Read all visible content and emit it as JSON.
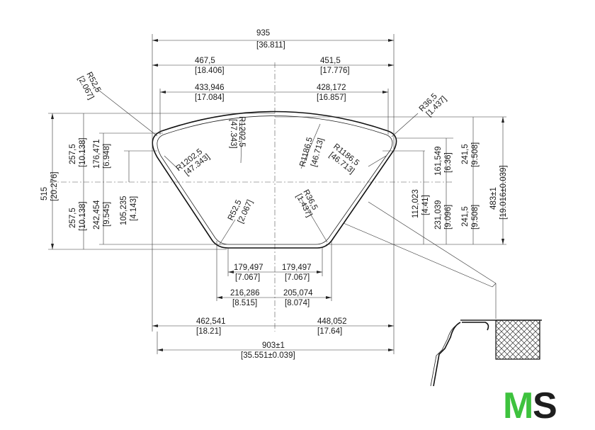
{
  "dimensions": {
    "overall_width": {
      "value": "935",
      "inch": "[36.811]"
    },
    "left_half_top": {
      "value": "467,5",
      "inch": "[18.406]"
    },
    "right_half_top": {
      "value": "451,5",
      "inch": "[17.776]"
    },
    "left_inner_top": {
      "value": "433,946",
      "inch": "[17.084]"
    },
    "right_inner_top": {
      "value": "428,172",
      "inch": "[16.857]"
    },
    "radius_top_left_corner": {
      "value": "R52,5",
      "inch": "[2.067]"
    },
    "radius_top_right_corner": {
      "value": "R36,5",
      "inch": "[1.437]"
    },
    "radius_left_outer": {
      "value": "R1202,5",
      "inch": "[47.343]"
    },
    "radius_left_inner": {
      "value": "R1202,5",
      "inch": "[47.343]"
    },
    "radius_right_inner": {
      "value": "R1186,5",
      "inch": "[46.713]"
    },
    "radius_right_outer": {
      "value": "R1186,5",
      "inch": "[46.713]"
    },
    "radius_bottom_left": {
      "value": "R52,5",
      "inch": "[2.067]"
    },
    "radius_bottom_right": {
      "value": "R36,5",
      "inch": "[1.437]"
    },
    "overall_height": {
      "value": "515",
      "inch": "[20.276]"
    },
    "left_upper_half": {
      "value": "257,5",
      "inch": "[10.138]"
    },
    "left_lower_half": {
      "value": "257,5",
      "inch": "[10.138]"
    },
    "left_176": {
      "value": "176,471",
      "inch": "[6.948]"
    },
    "left_242": {
      "value": "242,454",
      "inch": "[9.545]"
    },
    "left_105": {
      "value": "105,235",
      "inch": "[4.143]"
    },
    "right_161": {
      "value": "161,549",
      "inch": "[6.36]"
    },
    "right_112": {
      "value": "112,023",
      "inch": "[4.41]"
    },
    "right_231": {
      "value": "231,039",
      "inch": "[9.096]"
    },
    "right_upper_241": {
      "value": "241,5",
      "inch": "[9.508]"
    },
    "right_lower_241": {
      "value": "241,5",
      "inch": "[9.508]"
    },
    "right_total": {
      "value": "483±1",
      "inch": "[19.016±0.039]"
    },
    "bottom_left_179": {
      "value": "179,497",
      "inch": "[7.067]"
    },
    "bottom_right_179": {
      "value": "179,497",
      "inch": "[7.067]"
    },
    "bottom_left_216": {
      "value": "216,286",
      "inch": "[8.515]"
    },
    "bottom_right_205": {
      "value": "205,074",
      "inch": "[8.074]"
    },
    "bottom_left_462": {
      "value": "462,541",
      "inch": "[18.21]"
    },
    "bottom_right_448": {
      "value": "448,052",
      "inch": "[17.64]"
    },
    "bottom_total": {
      "value": "903±1",
      "inch": "[35.551±0.039]"
    }
  },
  "logo": {
    "letters": "MS",
    "colors": {
      "m": "#3ec23e",
      "s": "#1e1e1e"
    }
  },
  "colors": {
    "line": "#222222",
    "background": "#ffffff"
  }
}
